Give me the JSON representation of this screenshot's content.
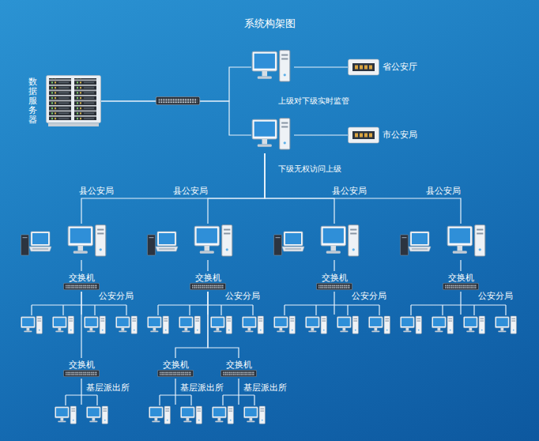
{
  "diagram": {
    "title": "系统构架图",
    "nodes": [
      {
        "text": [
          "数据服务器"
        ]
      },
      {
        "text": [
          "省公安厅"
        ]
      },
      {
        "text": [
          "市公安局"
        ]
      },
      {
        "text": [
          "县公安局"
        ]
      },
      {
        "text": [
          "县公安局"
        ]
      },
      {
        "text": [
          "县公安局"
        ]
      },
      {
        "text": [
          "县公安局"
        ]
      },
      {
        "text": [
          "交换机"
        ]
      },
      {
        "text": [
          "公安分局"
        ]
      },
      {
        "text": [
          "交换机"
        ]
      },
      {
        "text": [
          "公安分局"
        ]
      },
      {
        "text": [
          "交换机"
        ]
      },
      {
        "text": [
          "公安分局"
        ]
      },
      {
        "text": [
          "交换机"
        ]
      },
      {
        "text": [
          "公安分局"
        ]
      },
      {
        "text": [
          "交换机"
        ]
      },
      {
        "text": [
          "基层派出所"
        ]
      },
      {
        "text": [
          "交换机"
        ]
      },
      {
        "text": [
          "基层派出所"
        ]
      },
      {
        "text": [
          "交换机"
        ]
      },
      {
        "text": [
          "基层派出所"
        ]
      }
    ],
    "edges": [
      {
        "from": 0,
        "to": 1,
        "arrow": "none"
      },
      {
        "from": 0,
        "to": 2,
        "arrow": "none"
      },
      {
        "from": 2,
        "to": 3,
        "arrow": "none"
      },
      {
        "from": 2,
        "to": 4,
        "arrow": "none"
      },
      {
        "from": 2,
        "to": 5,
        "arrow": "none"
      },
      {
        "from": 2,
        "to": 6,
        "arrow": "none"
      },
      {
        "from": 3,
        "to": 7,
        "arrow": "none"
      },
      {
        "from": 4,
        "to": 9,
        "arrow": "none"
      },
      {
        "from": 5,
        "to": 11,
        "arrow": "none"
      },
      {
        "from": 6,
        "to": 13,
        "arrow": "none"
      },
      {
        "from": 7,
        "to": 8,
        "arrow": "none"
      },
      {
        "from": 9,
        "to": 10,
        "arrow": "none"
      },
      {
        "from": 11,
        "to": 12,
        "arrow": "none"
      },
      {
        "from": 13,
        "to": 14,
        "arrow": "none"
      },
      {
        "from": 7,
        "to": 15,
        "arrow": "none"
      },
      {
        "from": 9,
        "to": 17,
        "arrow": "none"
      },
      {
        "from": 9,
        "to": 19,
        "arrow": "none"
      },
      {
        "from": 15,
        "to": 16,
        "arrow": "none"
      },
      {
        "from": 17,
        "to": 18,
        "arrow": "none"
      },
      {
        "from": 19,
        "to": 20,
        "arrow": "none"
      }
    ],
    "labels": [
      "上级对下级实时监管",
      "下级无权访问上级"
    ]
  }
}
